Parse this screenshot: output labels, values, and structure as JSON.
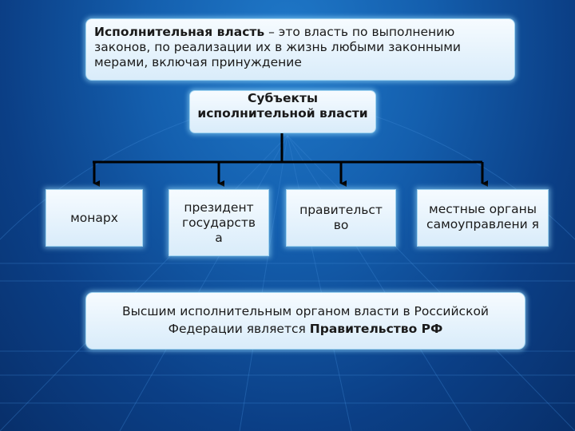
{
  "definition": {
    "term": "Исполнительная власть",
    "text": " – это власть по выполнению законов, по реализации их в жизнь любыми законными мерами, включая принуждение"
  },
  "subjects_title": "Субъекты исполнительной власти",
  "subjects": [
    {
      "label": "монарх"
    },
    {
      "label": "президент государств а"
    },
    {
      "label": "правительст во"
    },
    {
      "label": "местные органы самоуправлени я"
    }
  ],
  "conclusion": {
    "text": "Высшим исполнительным органом власти в Российской Федерации является ",
    "bold": "Правительство РФ"
  }
}
